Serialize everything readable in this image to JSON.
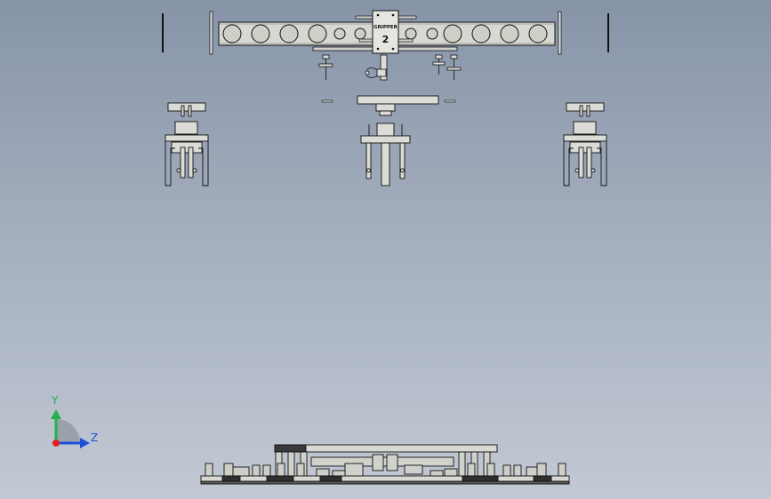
{
  "viewport": {
    "background_top": "#8794a8",
    "background_bottom": "#c2c9d4"
  },
  "gripper_plate": {
    "label_line1": "GRIPPER",
    "label_line2": "2"
  },
  "triad": {
    "y_label": "Y",
    "z_label": "Z",
    "y_color": "#22b14c",
    "z_color": "#1f4fd8",
    "origin_color": "#e02020"
  }
}
